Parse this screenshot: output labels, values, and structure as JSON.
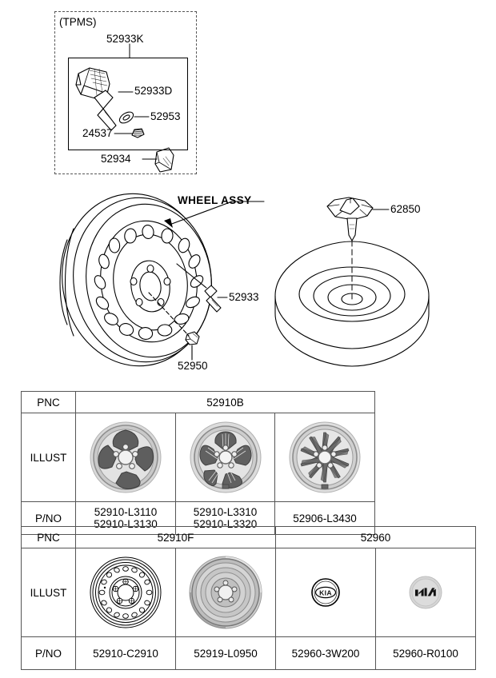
{
  "diagram": {
    "title_group": "(TPMS)",
    "callouts": {
      "tpms_assembly": "52933K",
      "tpms_sensor_valve": "52933D",
      "grommet": "52953",
      "nut_24537": "24537",
      "valve_cap": "52934",
      "wheel_assy": "WHEEL ASSY",
      "wheel_bolt": "52933",
      "wheel_nut": "52950",
      "spare_clamp": "62850"
    }
  },
  "tables": {
    "upper": {
      "row_labels": {
        "pnc": "PNC",
        "illust": "ILLUST",
        "pno": "P/NO"
      },
      "pnc_value": "52910B",
      "columns": [
        {
          "illust": "alloy-wheel-5-spoke",
          "pno": [
            "52910-L3110",
            "52910-L3130"
          ]
        },
        {
          "illust": "alloy-wheel-5-spoke-split",
          "pno": [
            "52910-L3310",
            "52910-L3320"
          ]
        },
        {
          "illust": "alloy-wheel-multi-spoke",
          "pno": [
            "52906-L3430"
          ]
        }
      ]
    },
    "lower": {
      "row_labels": {
        "pnc": "PNC",
        "illust": "ILLUST",
        "pno": "P/NO"
      },
      "pnc_groups": [
        {
          "value": "52910F",
          "span": 2
        },
        {
          "value": "52960",
          "span": 2
        }
      ],
      "columns": [
        {
          "illust": "steel-wheel-line-art",
          "pno": "52910-C2910"
        },
        {
          "illust": "steel-wheel-shaded",
          "pno": "52919-L0950"
        },
        {
          "illust": "kia-cap-old-logo",
          "pno": "52960-3W200"
        },
        {
          "illust": "kia-cap-new-logo",
          "pno": "52960-R0100"
        }
      ]
    }
  },
  "colors": {
    "line": "#000000",
    "table_border": "#555555",
    "wheel_light": "#d8d8d8",
    "wheel_mid": "#a8a8a8",
    "wheel_dark": "#6e6e6e"
  }
}
